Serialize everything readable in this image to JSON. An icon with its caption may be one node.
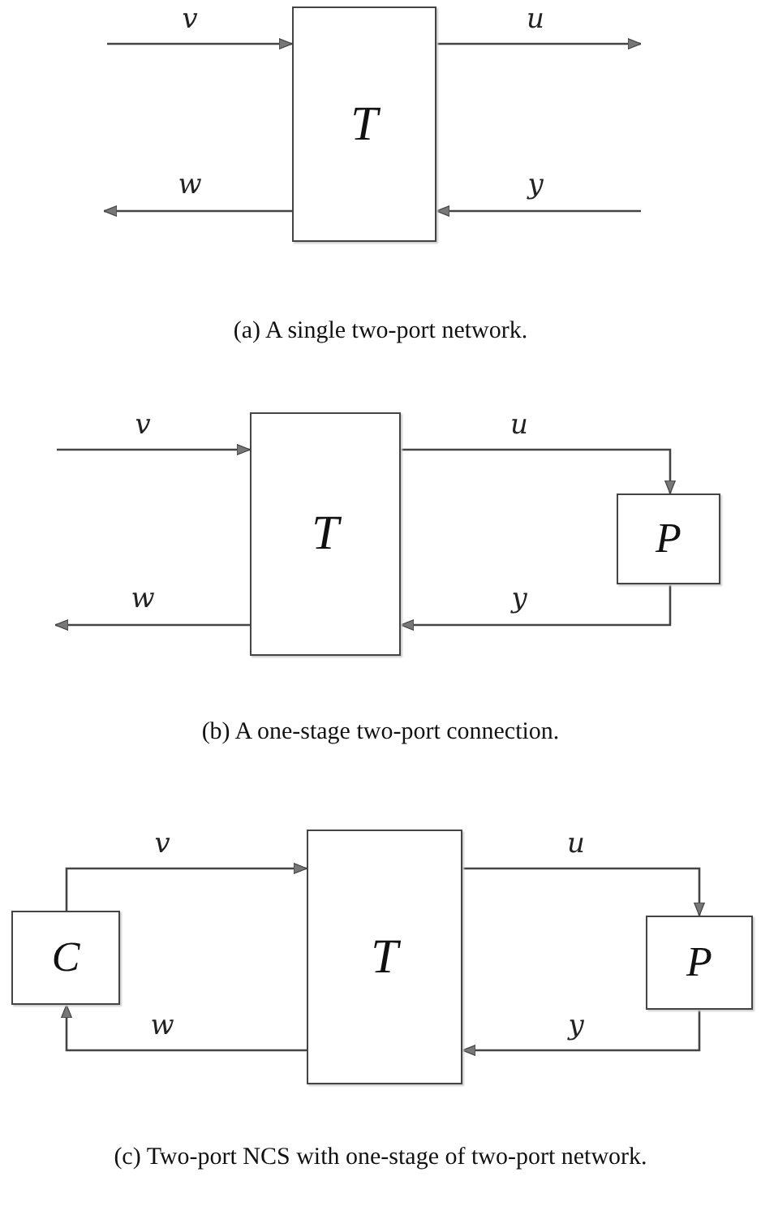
{
  "diagram": {
    "nodes": [
      {
        "text": [
          "T"
        ]
      },
      {
        "text": [
          "T"
        ]
      },
      {
        "text": [
          "P"
        ]
      },
      {
        "text": [
          "C"
        ]
      },
      {
        "text": [
          "T"
        ]
      },
      {
        "text": [
          "P"
        ]
      }
    ],
    "edges": [
      {
        "from": null,
        "to": 0,
        "arrow": "to",
        "label": "v"
      },
      {
        "from": 0,
        "to": null,
        "arrow": "to",
        "label": "u"
      },
      {
        "from": 0,
        "to": null,
        "arrow": "to",
        "label": "w"
      },
      {
        "from": null,
        "to": 0,
        "arrow": "to",
        "label": "y"
      },
      {
        "from": null,
        "to": 1,
        "arrow": "to",
        "label": "v"
      },
      {
        "from": 1,
        "to": 2,
        "arrow": "to",
        "label": "u"
      },
      {
        "from": 2,
        "to": 1,
        "arrow": "to",
        "label": "y"
      },
      {
        "from": 1,
        "to": null,
        "arrow": "to",
        "label": "w"
      },
      {
        "from": 3,
        "to": 4,
        "arrow": "to",
        "label": "v"
      },
      {
        "from": 4,
        "to": 5,
        "arrow": "to",
        "label": "u"
      },
      {
        "from": 5,
        "to": 4,
        "arrow": "to",
        "label": "y"
      },
      {
        "from": 4,
        "to": 3,
        "arrow": "to",
        "label": "w"
      }
    ],
    "labels": [
      "(a) A single two-port network.",
      "(b) A one-stage two-port connection.",
      "(c) Two-port NCS with one-stage of two-port network."
    ]
  }
}
